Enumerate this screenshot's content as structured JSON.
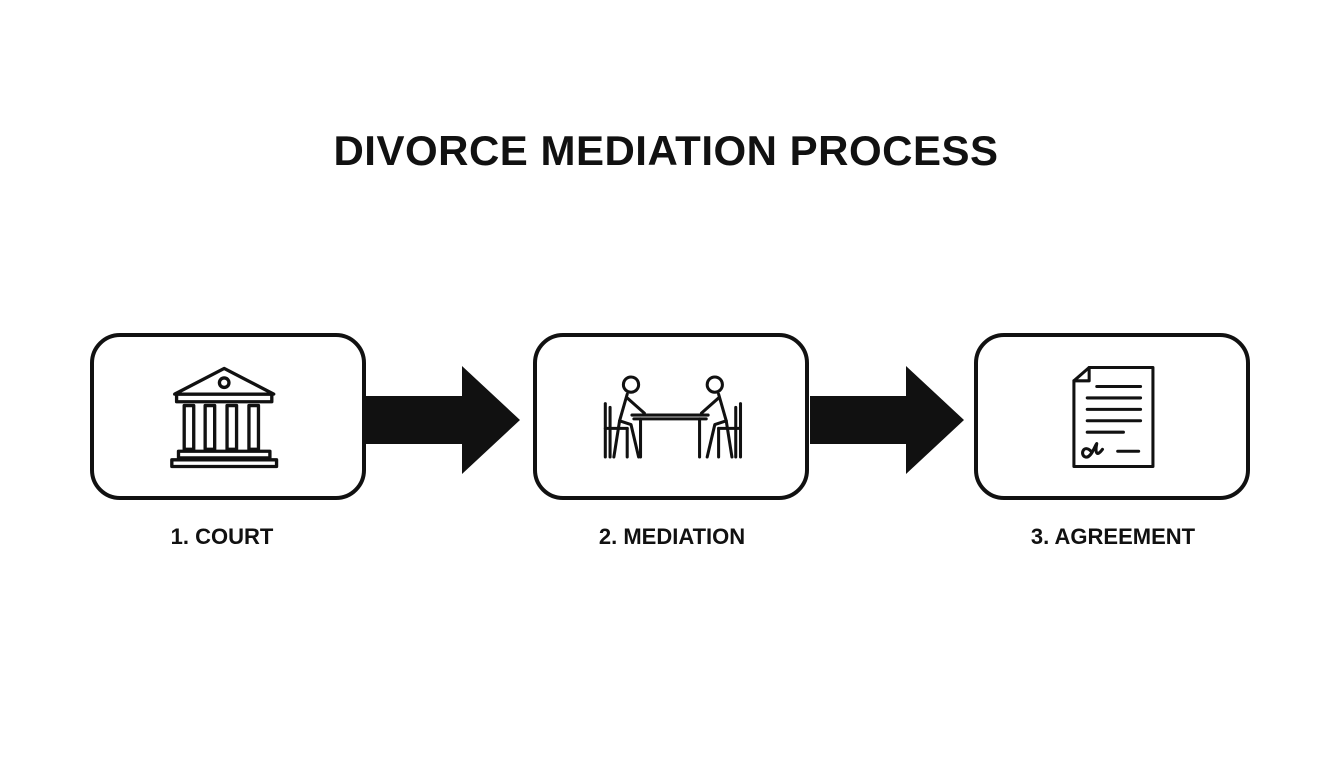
{
  "diagram": {
    "title": "DIVORCE MEDIATION PROCESS",
    "steps": [
      {
        "label": "1. COURT",
        "icon": "courthouse-icon"
      },
      {
        "label": "2. MEDIATION",
        "icon": "mediation-table-icon"
      },
      {
        "label": "3. AGREEMENT",
        "icon": "signed-document-icon"
      }
    ],
    "colors": {
      "stroke": "#111111",
      "background": "#ffffff"
    }
  }
}
